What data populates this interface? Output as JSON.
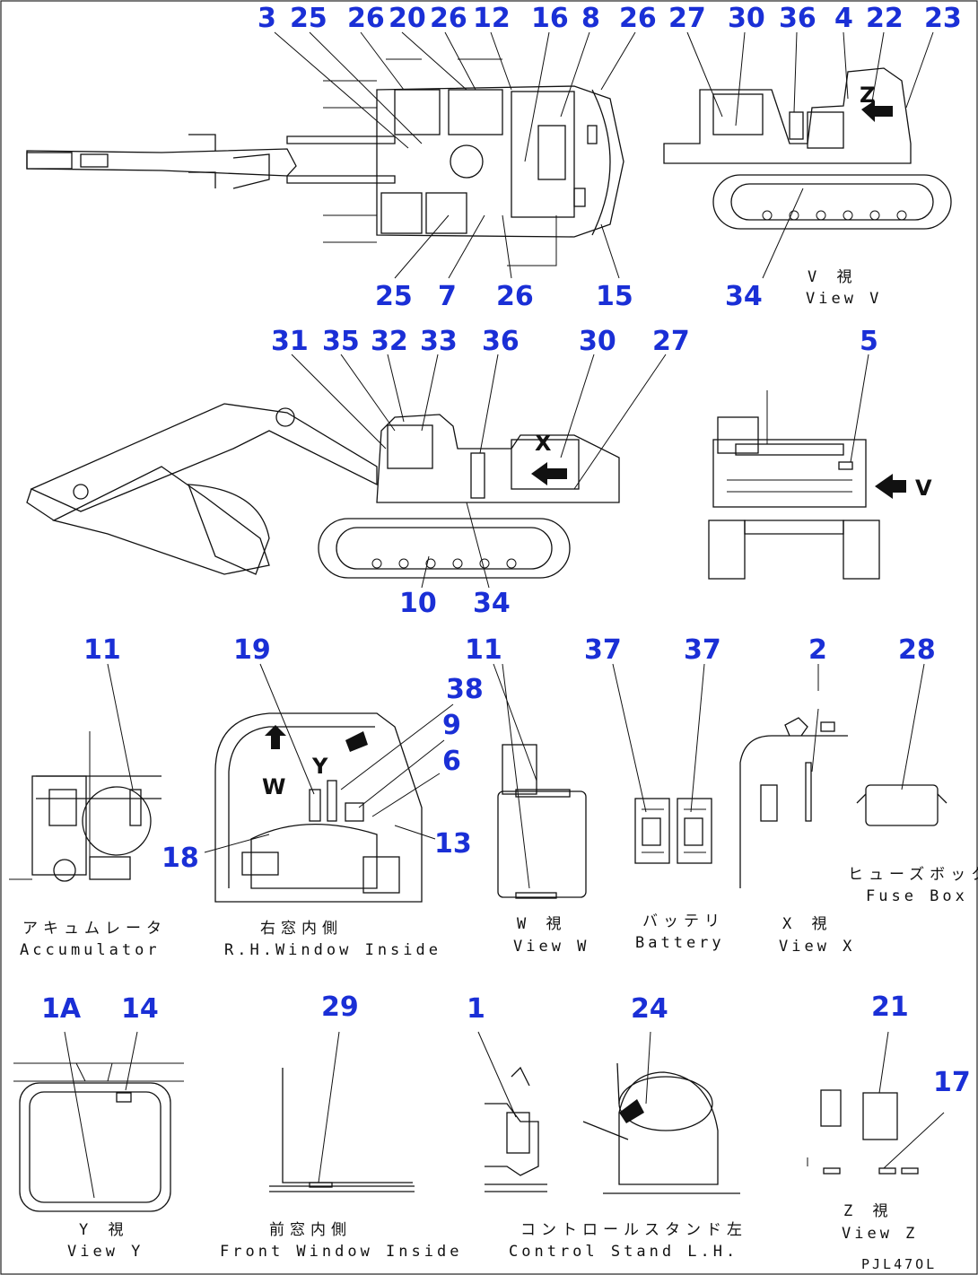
{
  "callouts": {
    "top_plan": [
      "3",
      "25",
      "26",
      "20",
      "26",
      "12",
      "16",
      "8",
      "26",
      "25",
      "7",
      "26",
      "15"
    ],
    "view_v": [
      "27",
      "30",
      "36",
      "4",
      "22",
      "23",
      "34"
    ],
    "side": [
      "31",
      "35",
      "32",
      "33",
      "36",
      "30",
      "27",
      "10",
      "34"
    ],
    "rear": [
      "5"
    ],
    "accumulator": [
      "11"
    ],
    "rh_window": [
      "19",
      "38",
      "9",
      "6",
      "18",
      "13"
    ],
    "view_w": [
      "11"
    ],
    "battery": [
      "37",
      "37"
    ],
    "view_x": [
      "2"
    ],
    "fuse_box": [
      "28"
    ],
    "view_y": [
      "1A",
      "14"
    ],
    "front_window": [
      "29"
    ],
    "control_stand": [
      "1",
      "24"
    ],
    "view_z": [
      "21",
      "17"
    ]
  },
  "inner_labels": {
    "view_v_z": "Z",
    "side_x": "X",
    "rear_v": "V",
    "window_w": "W",
    "window_y": "Y"
  },
  "captions": {
    "view_v": {
      "jp": "V 視",
      "en": "View V"
    },
    "accumulator": {
      "jp": "アキュムレータ",
      "en": "Accumulator"
    },
    "rh_window": {
      "jp": "右窓内側",
      "en": "R.H.Window Inside"
    },
    "view_w": {
      "jp": "W 視",
      "en": "View W"
    },
    "battery": {
      "jp": "バッテリ",
      "en": "Battery"
    },
    "view_x": {
      "jp": "X 視",
      "en": "View X"
    },
    "fuse_box": {
      "jp": "ヒューズボックス",
      "en": "Fuse Box"
    },
    "view_y": {
      "jp": "Y 視",
      "en": "View Y"
    },
    "front_window": {
      "jp": "前窓内側",
      "en": "Front Window Inside"
    },
    "control_stand": {
      "jp": "コントロールスタンド左",
      "en": "Control Stand L.H."
    },
    "view_z": {
      "jp": "Z 視",
      "en": "View Z"
    }
  },
  "drawing_code": "PJL47OL",
  "colors": {
    "callout": "#1a2fd6",
    "line": "#111111"
  }
}
